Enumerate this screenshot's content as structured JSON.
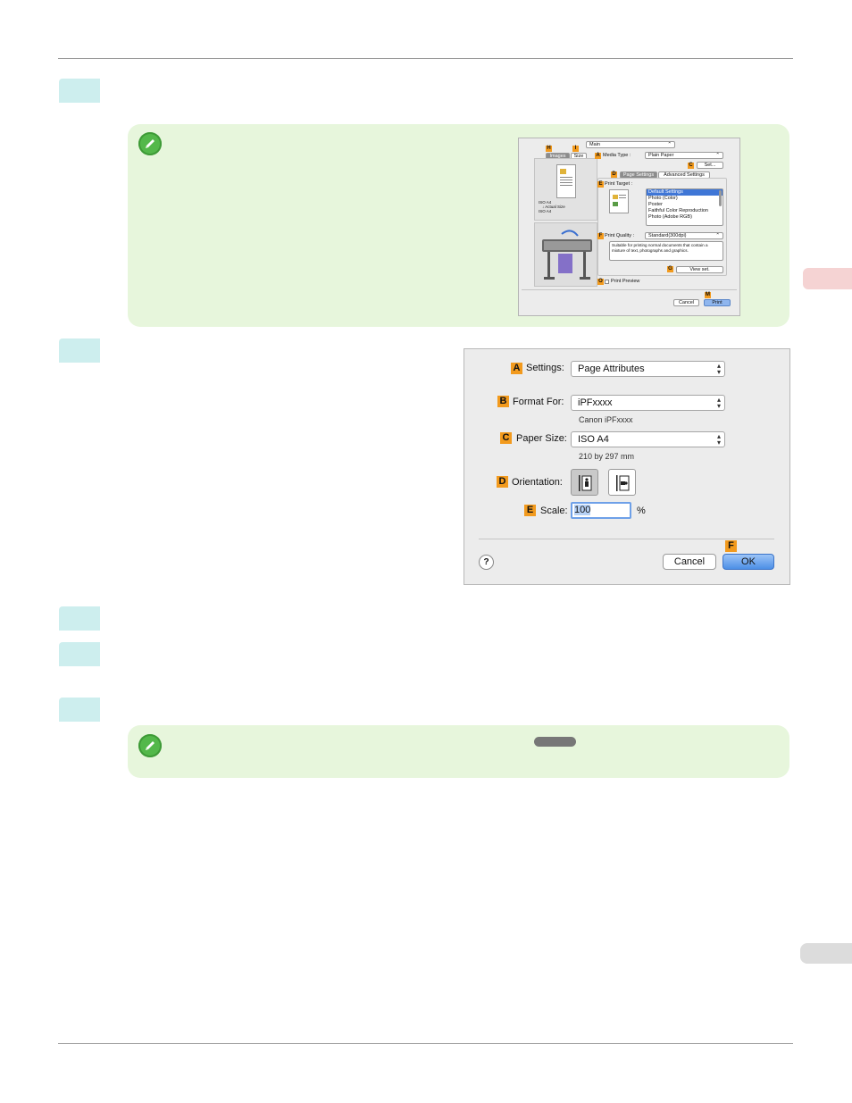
{
  "note1": {
    "icon": "pencil-icon"
  },
  "note2": {
    "icon": "pencil-icon"
  },
  "print_dialog": {
    "presets_menu": "Main",
    "tab_images": "Images",
    "tab_size": "Size",
    "media_type_label": "Media Type :",
    "media_type_value": "Plain Paper",
    "set_button": "Set...",
    "tab_page_settings": "Page Settings",
    "tab_advanced": "Advanced Settings",
    "print_target_label": "Print Target :",
    "print_targets": [
      "Default Settings",
      "Photo (Color)",
      "Poster",
      "Faithful Color Reproduction",
      "Photo (Adobe RGB)"
    ],
    "print_quality_label": "Print Quality :",
    "print_quality_value": "Standard(300dpi)",
    "description": "Suitable for printing normal documents that contain a mixture of text, photographs and graphics.",
    "view_set_button": "View set.",
    "print_preview_label": "Print Preview",
    "cancel_button": "Cancel",
    "print_button": "Print",
    "paper_info": [
      "ISO A4",
      "Actual Size",
      "ISO A4"
    ],
    "tags": {
      "H": "H",
      "I": "I",
      "A": "A",
      "C": "C",
      "D": "D",
      "E": "E",
      "F": "F",
      "G": "G",
      "O": "O",
      "M": "M"
    }
  },
  "page_attributes": {
    "settings_label": "Settings:",
    "settings_value": "Page Attributes",
    "format_for_label": "Format For:",
    "format_for_value": "iPFxxxx",
    "format_for_sub": "Canon iPFxxxx",
    "paper_size_label": "Paper Size:",
    "paper_size_value": "ISO A4",
    "paper_size_sub": "210 by 297 mm",
    "orientation_label": "Orientation:",
    "scale_label": "Scale:",
    "scale_value": "100",
    "scale_unit": "%",
    "help_button": "?",
    "cancel_button": "Cancel",
    "ok_button": "OK",
    "tags": {
      "A": "A",
      "B": "B",
      "C": "C",
      "D": "D",
      "E": "E",
      "F": "F"
    }
  },
  "colors": {
    "tag_orange": "#f29a1d",
    "step_cyan": "#cdeeee",
    "note_green": "#e7f6dc",
    "side_pink": "#f5d3d3"
  }
}
